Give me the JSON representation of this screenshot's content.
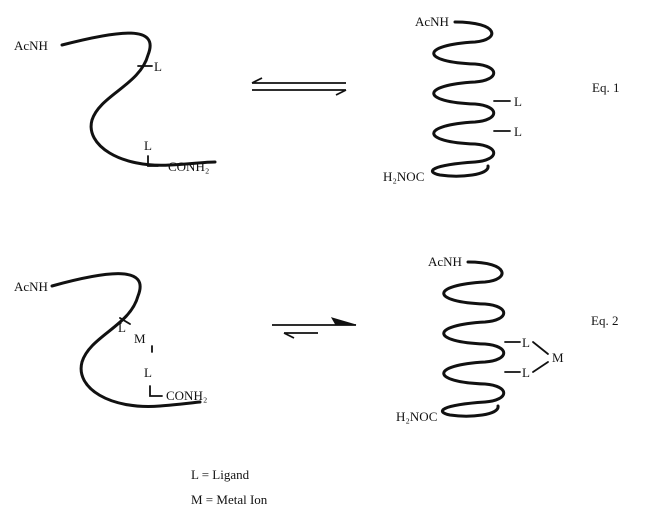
{
  "equation1": {
    "left": {
      "n_terminus": "AcNH",
      "ligand_upper": "L",
      "ligand_lower": "L",
      "c_terminus": "CONH₂"
    },
    "right": {
      "n_terminus": "AcNH",
      "ligand_upper": "L",
      "ligand_lower": "L",
      "c_terminus": "H₂NOC"
    },
    "label": "Eq. 1"
  },
  "equation2": {
    "left": {
      "n_terminus": "AcNH",
      "ligand_upper": "L",
      "metal": "M",
      "ligand_lower": "L",
      "c_terminus": "CONH₂"
    },
    "right": {
      "n_terminus": "AcNH",
      "ligand_upper": "L",
      "metal": "M",
      "ligand_lower": "L",
      "c_terminus": "H₂NOC"
    },
    "label": "Eq. 2"
  },
  "legend": {
    "ligand": "L = Ligand",
    "metal": "M = Metal Ion"
  }
}
